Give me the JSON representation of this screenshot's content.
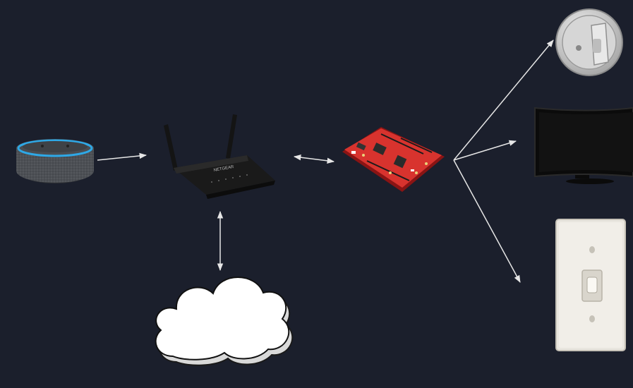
{
  "diagram": {
    "background": "#1b1f2c",
    "arrow_color": "#e6e6e6",
    "nodes": [
      {
        "id": "smart-speaker",
        "icon": "smart-speaker-icon"
      },
      {
        "id": "router",
        "icon": "wifi-router-icon",
        "brand_text": "NETGEAR"
      },
      {
        "id": "cloud",
        "icon": "cloud-icon"
      },
      {
        "id": "microcontroller-board",
        "icon": "dev-board-icon"
      },
      {
        "id": "smart-lock",
        "icon": "deadbolt-lock-icon"
      },
      {
        "id": "television",
        "icon": "tv-icon"
      },
      {
        "id": "light-switch",
        "icon": "light-switch-icon"
      }
    ],
    "connections": [
      {
        "from": "smart-speaker",
        "to": "router",
        "direction": "forward"
      },
      {
        "from": "router",
        "to": "microcontroller-board",
        "direction": "both"
      },
      {
        "from": "router",
        "to": "cloud",
        "direction": "both"
      },
      {
        "from": "microcontroller-board",
        "to": "smart-lock",
        "direction": "forward"
      },
      {
        "from": "microcontroller-board",
        "to": "television",
        "direction": "forward"
      },
      {
        "from": "microcontroller-board",
        "to": "light-switch",
        "direction": "forward"
      }
    ]
  }
}
